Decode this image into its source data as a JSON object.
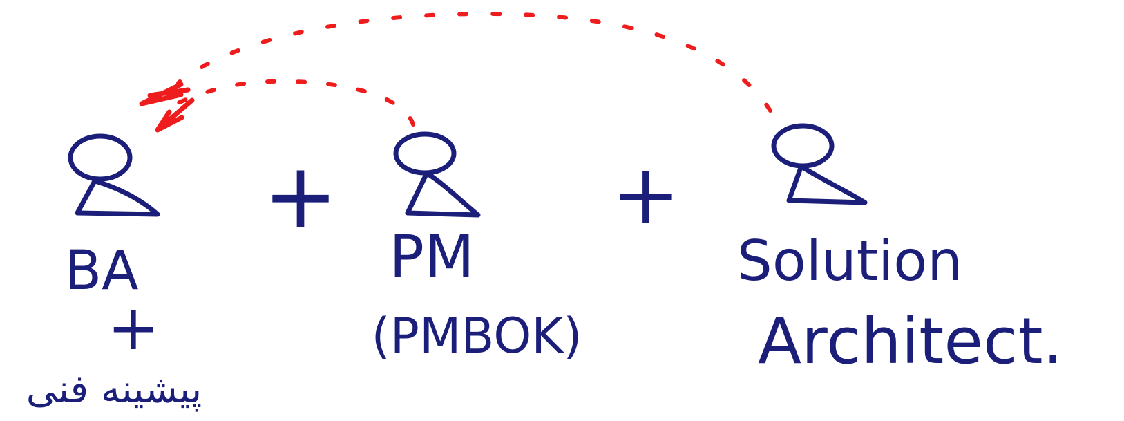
{
  "colors": {
    "ink": "#1b1f7a",
    "arrow": "#ee1c1c",
    "background": "#ffffff"
  },
  "roles": [
    {
      "id": "ba",
      "label": "BA",
      "icon": "person-icon"
    },
    {
      "id": "pm",
      "label": "PM",
      "sublabel": "(PMBOK)",
      "icon": "person-icon"
    },
    {
      "id": "sa",
      "label_line1": "Solution",
      "label_line2": "Architect.",
      "icon": "person-icon"
    }
  ],
  "ba_extra": {
    "plus": "+",
    "persian_note": "پیشینه فنی"
  },
  "operators": [
    "+",
    "+"
  ],
  "arrows": [
    {
      "from": "PM",
      "to": "BA",
      "style": "dotted"
    },
    {
      "from": "Solution Architect",
      "to": "BA",
      "style": "dotted"
    }
  ]
}
